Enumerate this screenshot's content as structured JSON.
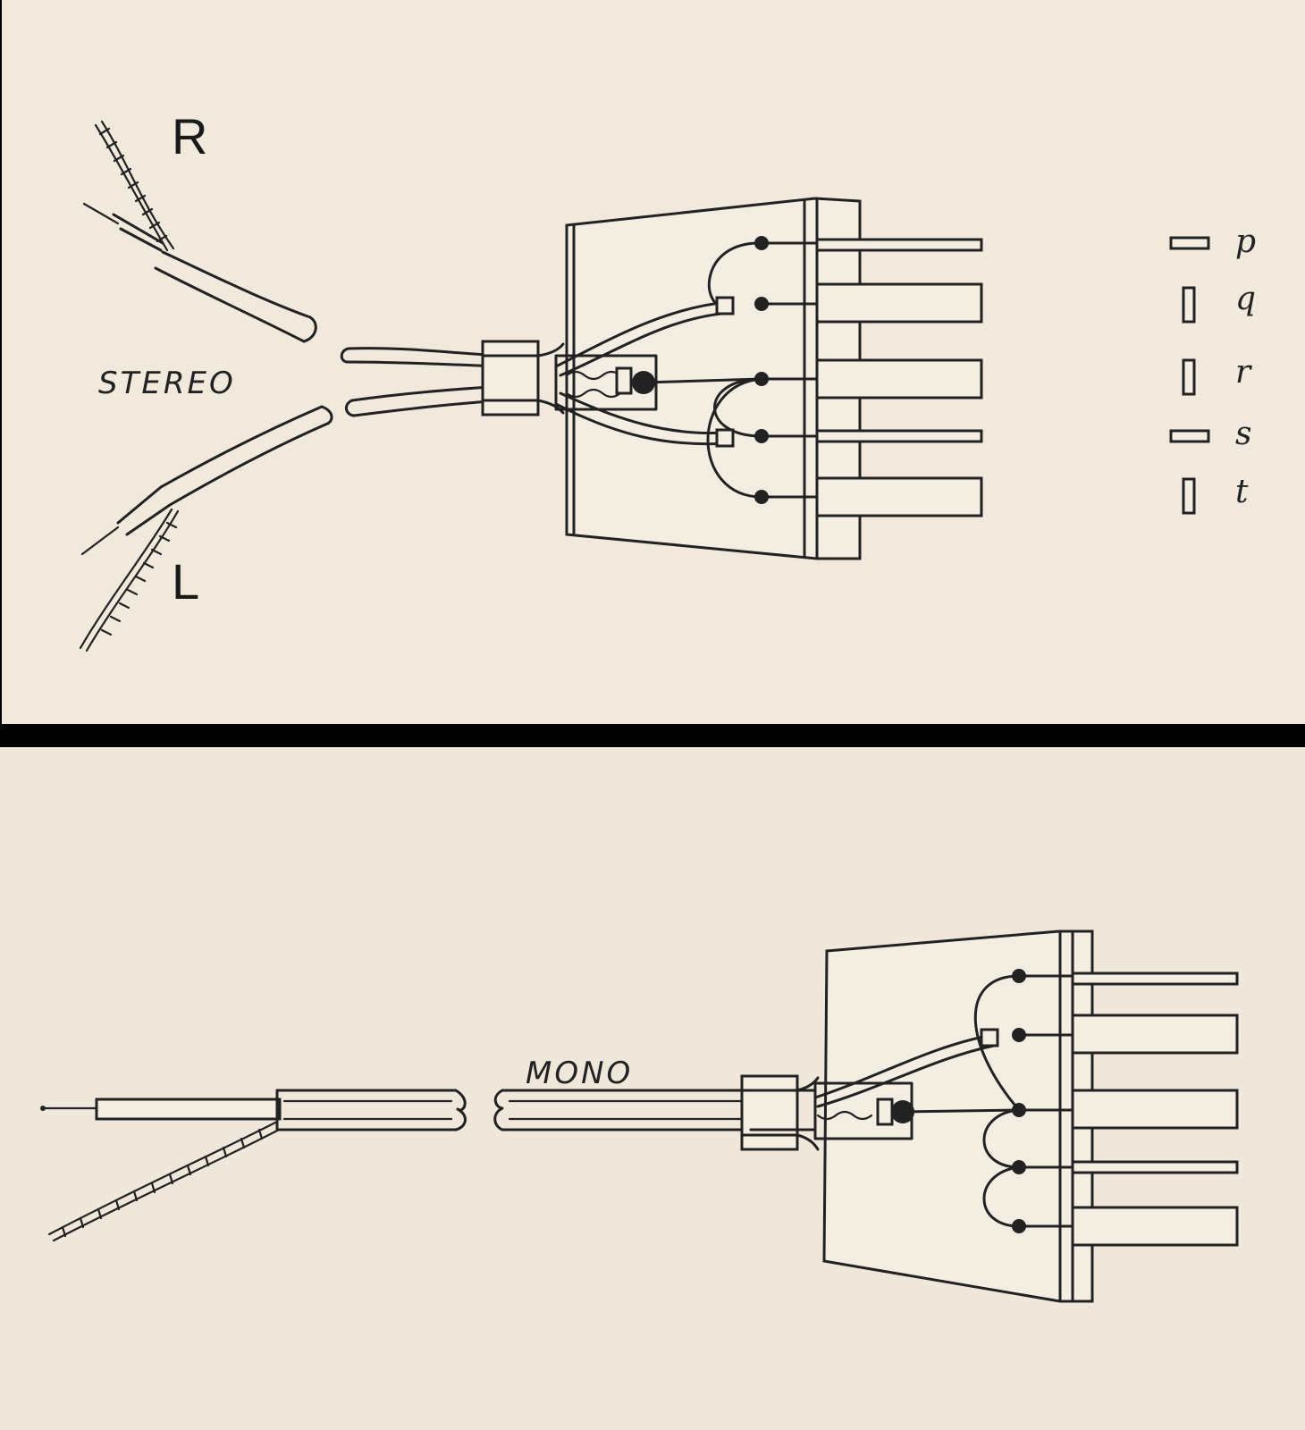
{
  "stereo_panel": {
    "label_right": "R",
    "label_left": "L",
    "label_mode": "STEREO",
    "pin_legend": [
      "p",
      "q",
      "r",
      "s",
      "t"
    ]
  },
  "mono_panel": {
    "label_mode": "MONO"
  },
  "colors": {
    "paper": "#f1e9dc",
    "ink": "#222222",
    "divider": "#000000"
  }
}
